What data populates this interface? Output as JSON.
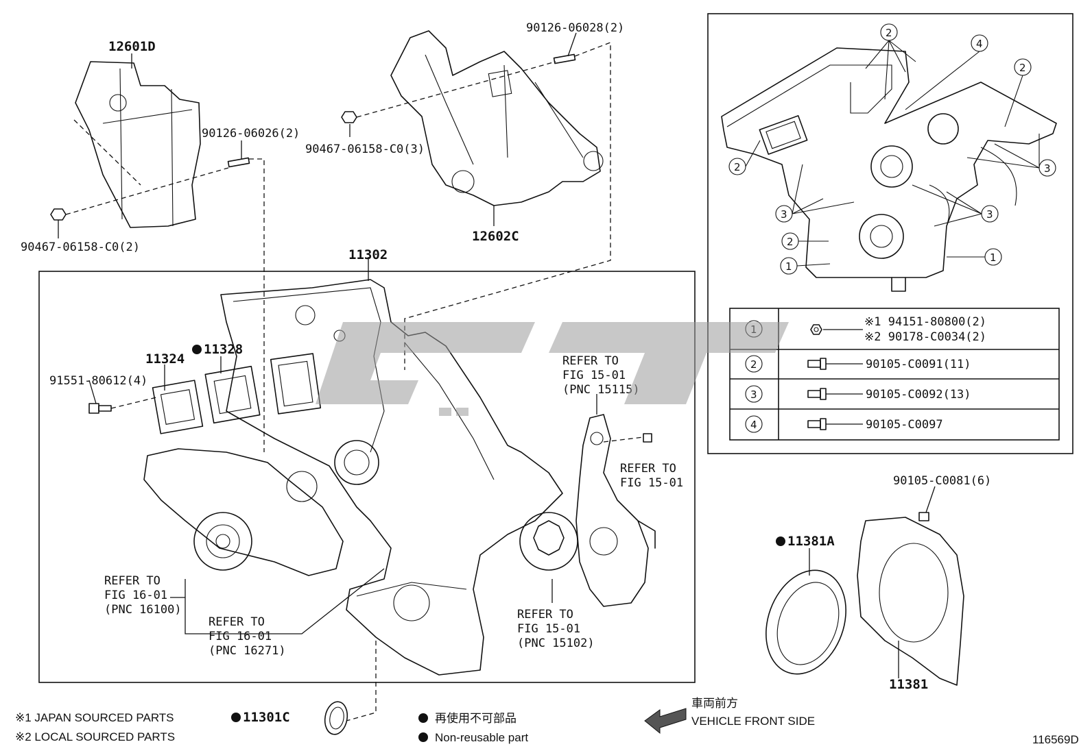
{
  "parts": {
    "p12601D": "12601D",
    "p90126_06026": "90126-06026(2)",
    "p90467_left": "90467-06158-C0(2)",
    "p90126_06028": "90126-06028(2)",
    "p90467_top": "90467-06158-C0(3)",
    "p12602C": "12602C",
    "p11302": "11302",
    "p11324": "11324",
    "p11328": "11328",
    "p91551": "91551-80612(4)",
    "p90105_C0081": "90105-C0081(6)",
    "p11381A": "11381A",
    "p11381": "11381",
    "p11301C": "11301C"
  },
  "refs": {
    "r1": [
      "REFER TO",
      "FIG 15-01",
      "(PNC 15115)"
    ],
    "r2": [
      "REFER TO",
      "FIG 15-01"
    ],
    "r3": [
      "REFER TO",
      "FIG 16-01",
      "(PNC 16100)"
    ],
    "r4": [
      "REFER TO",
      "FIG 16-01",
      "(PNC 16271)"
    ],
    "r5": [
      "REFER TO",
      "FIG 15-01",
      "(PNC 15102)"
    ]
  },
  "inset": {
    "callouts": [
      "1",
      "2",
      "3",
      "4"
    ],
    "table": [
      {
        "key": "1",
        "lines": [
          "※1 94151-80800(2)",
          "※2 90178-C0034(2)"
        ]
      },
      {
        "key": "2",
        "lines": [
          "90105-C0091(11)"
        ]
      },
      {
        "key": "3",
        "lines": [
          "90105-C0092(13)"
        ]
      },
      {
        "key": "4",
        "lines": [
          "90105-C0097"
        ]
      }
    ]
  },
  "legend": {
    "note1": "※1 JAPAN SOURCED PARTS",
    "note2": "※2 LOCAL SOURCED PARTS",
    "nonreuse_jp": "再使用不可部品",
    "nonreuse_en": "Non-reusable part",
    "front_jp": "車両前方",
    "front_en": "VEHICLE FRONT SIDE"
  },
  "figure_id": "116569D",
  "colors": {
    "ink": "#111111",
    "watermark": "#9a9a9a"
  }
}
